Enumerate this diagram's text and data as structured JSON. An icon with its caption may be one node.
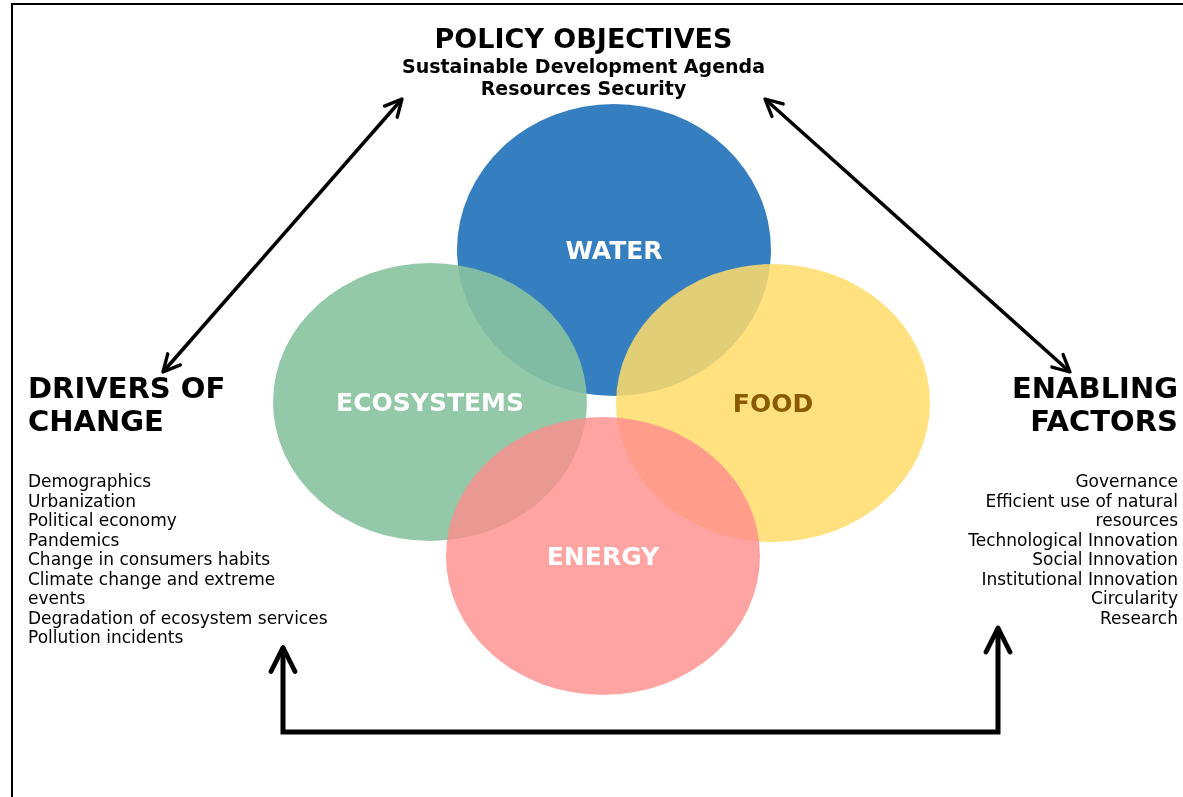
{
  "diagram": {
    "nodes": [
      {
        "text": [
          "POLICY OBJECTIVES",
          "Sustainable Development Agenda",
          "Resources Security"
        ]
      },
      {
        "text": [
          "WATER"
        ]
      },
      {
        "text": [
          "ECOSYSTEMS"
        ]
      },
      {
        "text": [
          "FOOD"
        ]
      },
      {
        "text": [
          "ENERGY"
        ]
      },
      {
        "text": [
          "DRIVERS OF CHANGE",
          "Demographics",
          "Urbanization",
          "Political economy",
          "Pandemics",
          "Change in consumers habits",
          "Climate change and extreme events",
          "Degradation of ecosystem services",
          "Pollution incidents"
        ]
      },
      {
        "text": [
          "ENABLING FACTORS",
          "Governance",
          "Efficient use of natural resources",
          "Technological Innovation",
          "Social Innovation",
          "Institutional Innovation",
          "Circularity",
          "Research"
        ]
      }
    ],
    "edges": [
      {
        "from": 0,
        "to": 5,
        "arrow": "both"
      },
      {
        "from": 0,
        "to": 6,
        "arrow": "both"
      },
      {
        "from": 5,
        "to": 6,
        "arrow": "both"
      }
    ]
  }
}
